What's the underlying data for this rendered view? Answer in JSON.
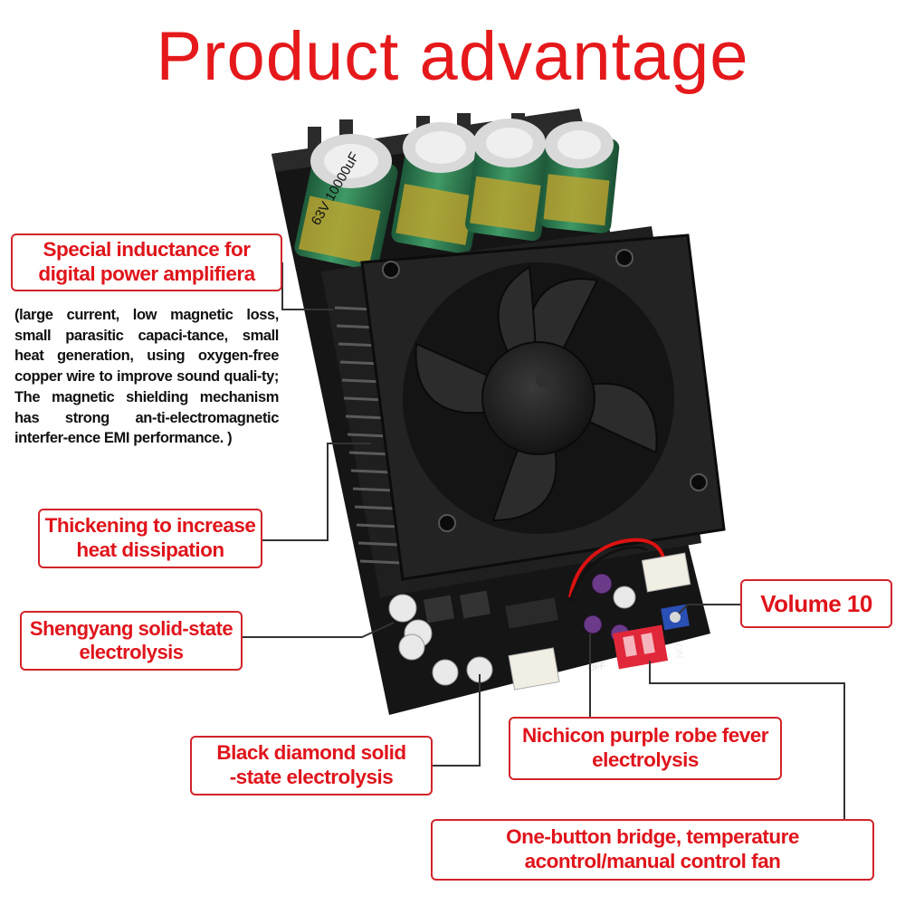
{
  "title": "Product advantage",
  "callouts": {
    "inductance": [
      "Special inductance for",
      "digital power amplifiera"
    ],
    "inductance_desc": "(large current, low magnetic loss, small parasitic capaci-tance, small heat generation, using oxygen-free copper wire to improve sound quali-ty; The magnetic shielding mechanism has strong an-ti-electromagnetic interfer-ence EMI performance. )",
    "heatsink": [
      "Thickening to increase",
      "heat dissipation"
    ],
    "shengyang": [
      "Shengyang solid-state",
      "electrolysis"
    ],
    "volume": [
      "Volume 10"
    ],
    "black_diamond": [
      "Black diamond solid",
      "-state electrolysis"
    ],
    "nichicon": [
      "Nichicon purple robe fever",
      "electrolysis"
    ],
    "bridge": [
      "One-button bridge, temperature",
      "acontrol/manual control fan"
    ]
  },
  "board_labels": {
    "cap_text": "63V 10000uF",
    "switch_text": "ON",
    "off_text": "OFF"
  },
  "colors": {
    "accent_red": "#e5191b",
    "frame_red": "#d2232a",
    "pcb": "#1a1a1a",
    "capacitor_green": "#2f7d52",
    "capacitor_gold": "#c9a72c",
    "fan": "#1d1d1d",
    "dip_switch": "#e0283a",
    "potentiometer": "#2a4fb5"
  }
}
